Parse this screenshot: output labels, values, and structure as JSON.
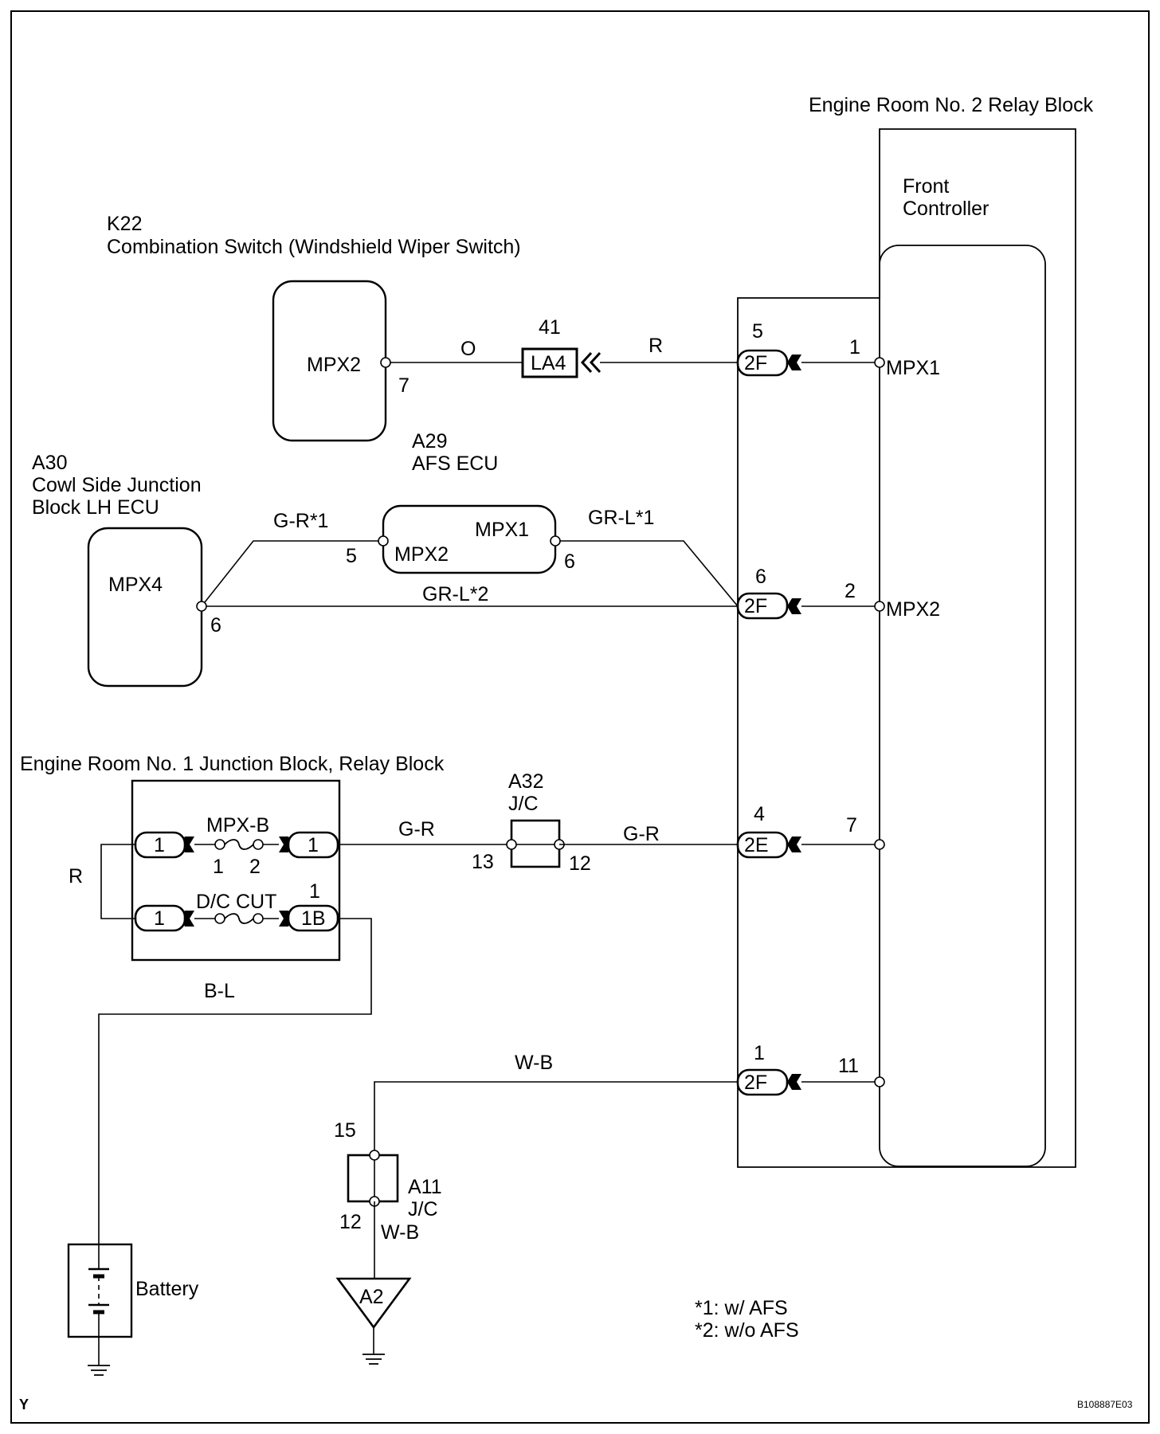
{
  "diagram_id": "B108887E03",
  "corner_mark": "Y",
  "relay_block_2": {
    "title": "Engine Room No. 2 Relay Block",
    "controller_line1": "Front",
    "controller_line2": "Controller"
  },
  "k22": {
    "code": "K22",
    "name": "Combination Switch (Windshield Wiper Switch)",
    "terminal_name": "MPX2",
    "pin": "7"
  },
  "a29": {
    "code": "A29",
    "name": "AFS ECU",
    "terminal_in": "MPX2",
    "terminal_out": "MPX1",
    "pin_in": "5",
    "pin_out": "6"
  },
  "a30": {
    "code": "A30",
    "name_line1": "Cowl Side Junction",
    "name_line2": "Block LH ECU",
    "terminal_name": "MPX4",
    "pin": "6"
  },
  "la4": {
    "label": "LA4",
    "pin": "41"
  },
  "wires": {
    "o": "O",
    "r": "R",
    "g_r_1": "G-R*1",
    "gr_l_1": "GR-L*1",
    "gr_l_2": "GR-L*2",
    "g_r": "G-R",
    "b_l": "B-L",
    "w_b": "W-B"
  },
  "connectors": [
    {
      "label": "2F",
      "pin": "5",
      "inner_pin": "1",
      "terminal": "MPX1"
    },
    {
      "label": "2F",
      "pin": "6",
      "inner_pin": "2",
      "terminal": "MPX2"
    },
    {
      "label": "2E",
      "pin": "4",
      "inner_pin": "7",
      "terminal": ""
    },
    {
      "label": "2F",
      "pin": "1",
      "inner_pin": "11",
      "terminal": ""
    }
  ],
  "junction_block_1": {
    "title": "Engine Room No. 1 Junction Block, Relay Block",
    "fuse1": {
      "name": "MPX-B",
      "pin_a": "1",
      "pin_b": "2",
      "left": "1",
      "right": "1"
    },
    "fuse2": {
      "name": "D/C CUT",
      "pin": "1",
      "left": "1",
      "right": "1B"
    }
  },
  "a32": {
    "code": "A32",
    "type": "J/C",
    "pin_left": "13",
    "pin_right": "12"
  },
  "a11": {
    "code": "A11",
    "type": "J/C",
    "pin_top": "15",
    "pin_bottom": "12"
  },
  "a2": {
    "label": "A2"
  },
  "battery": {
    "label": "Battery"
  },
  "notes": [
    "*1: w/ AFS",
    "*2: w/o AFS"
  ]
}
